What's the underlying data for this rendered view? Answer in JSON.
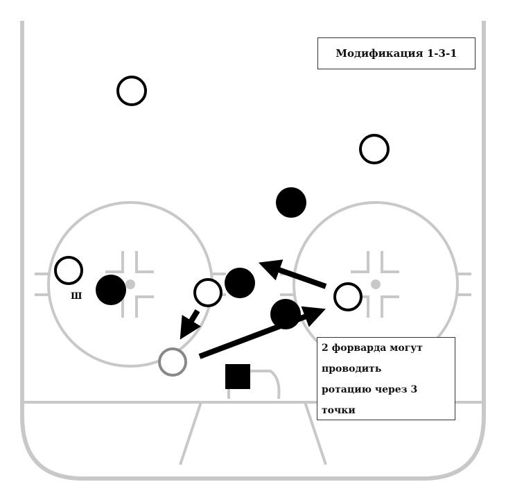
{
  "title": "Модификация 1-3-1",
  "note_lines": [
    "2 форварда могут",
    "проводить",
    "ротацию через 3",
    "точки"
  ],
  "player_label": "Ш",
  "colors": {
    "rink_lines": "#c8c8c8",
    "players": "#000000"
  }
}
